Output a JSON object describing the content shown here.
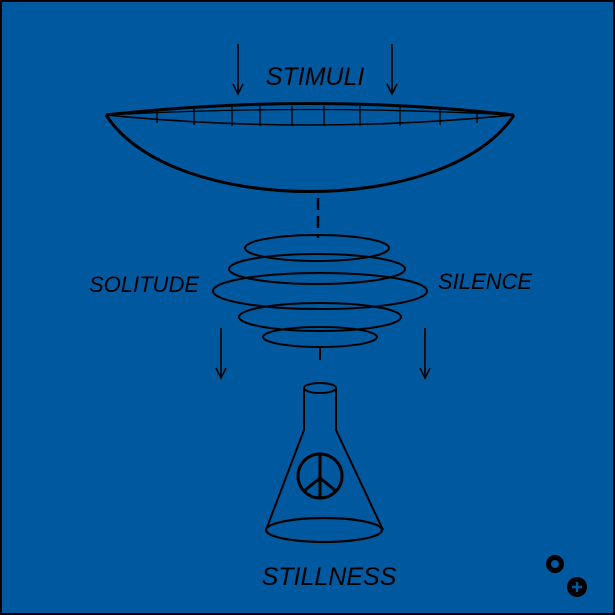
{
  "diagram": {
    "colors": {
      "background": "#00589e",
      "ink": "#000000"
    },
    "labels": {
      "top": "STIMULI",
      "left": "SOLITUDE",
      "right": "SILENCE",
      "bottom": "STILLNESS"
    },
    "icons": {
      "dish": "filter-dish-icon",
      "rings": "spiral-rings-icon",
      "flask": "flask-icon",
      "peace": "peace-sign-icon",
      "signature": "signature-logo-icon"
    }
  }
}
